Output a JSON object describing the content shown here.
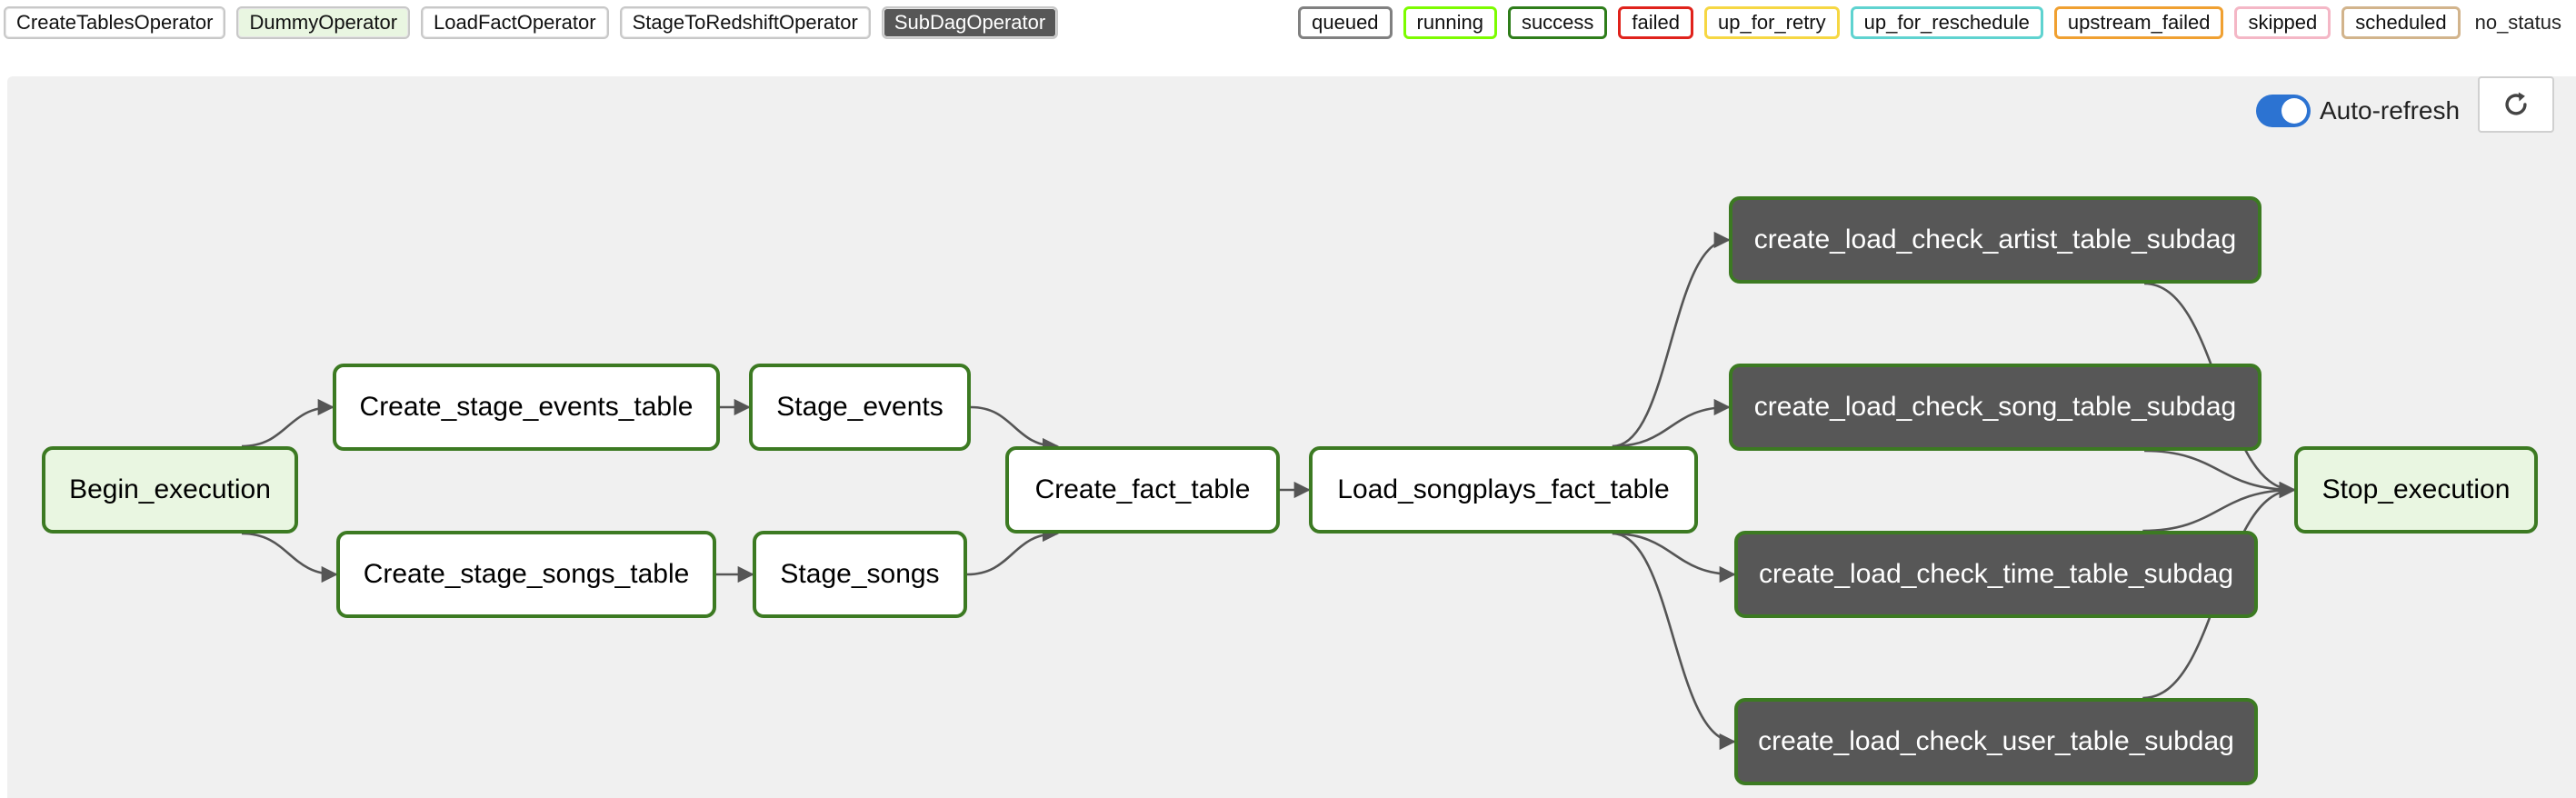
{
  "operator_legend": [
    {
      "label": "CreateTablesOperator",
      "bg": "#ffffff",
      "color": "#111111"
    },
    {
      "label": "DummyOperator",
      "bg": "#e9f6e1",
      "color": "#111111"
    },
    {
      "label": "LoadFactOperator",
      "bg": "#ffffff",
      "color": "#111111"
    },
    {
      "label": "StageToRedshiftOperator",
      "bg": "#ffffff",
      "color": "#111111"
    },
    {
      "label": "SubDagOperator",
      "bg": "#575757",
      "color": "#ffffff"
    }
  ],
  "status_legend": [
    {
      "label": "queued",
      "border": "#808080"
    },
    {
      "label": "running",
      "border": "#7cfc00"
    },
    {
      "label": "success",
      "border": "#2e7d1a"
    },
    {
      "label": "failed",
      "border": "#e0221b"
    },
    {
      "label": "up_for_retry",
      "border": "#f6d743"
    },
    {
      "label": "up_for_reschedule",
      "border": "#5fd3d0"
    },
    {
      "label": "upstream_failed",
      "border": "#f0a031"
    },
    {
      "label": "skipped",
      "border": "#f4b7c6"
    },
    {
      "label": "scheduled",
      "border": "#d2b48c"
    },
    {
      "label": "no_status",
      "border": ""
    }
  ],
  "controls": {
    "auto_refresh_label": "Auto-refresh",
    "auto_refresh_on": true,
    "refresh_icon": "refresh-icon"
  },
  "colors": {
    "success_border": "#3c7a22",
    "edge": "#555555",
    "canvas_bg": "#f0f0f0",
    "subdag_bg": "#575757",
    "dummy_bg": "#e9f6e1"
  },
  "graph": {
    "nodes": [
      {
        "id": "begin_execution",
        "label": "Begin_execution",
        "operator": "DummyOperator",
        "state": "success"
      },
      {
        "id": "create_stage_events_table",
        "label": "Create_stage_events_table",
        "operator": "CreateTablesOperator",
        "state": "success"
      },
      {
        "id": "create_stage_songs_table",
        "label": "Create_stage_songs_table",
        "operator": "CreateTablesOperator",
        "state": "success"
      },
      {
        "id": "stage_events",
        "label": "Stage_events",
        "operator": "StageToRedshiftOperator",
        "state": "success"
      },
      {
        "id": "stage_songs",
        "label": "Stage_songs",
        "operator": "StageToRedshiftOperator",
        "state": "success"
      },
      {
        "id": "create_fact_table",
        "label": "Create_fact_table",
        "operator": "CreateTablesOperator",
        "state": "success"
      },
      {
        "id": "load_songplays_fact_table",
        "label": "Load_songplays_fact_table",
        "operator": "LoadFactOperator",
        "state": "success"
      },
      {
        "id": "artist_subdag",
        "label": "create_load_check_artist_table_subdag",
        "operator": "SubDagOperator",
        "state": "success"
      },
      {
        "id": "song_subdag",
        "label": "create_load_check_song_table_subdag",
        "operator": "SubDagOperator",
        "state": "success"
      },
      {
        "id": "time_subdag",
        "label": "create_load_check_time_table_subdag",
        "operator": "SubDagOperator",
        "state": "success"
      },
      {
        "id": "user_subdag",
        "label": "create_load_check_user_table_subdag",
        "operator": "SubDagOperator",
        "state": "success"
      },
      {
        "id": "stop_execution",
        "label": "Stop_execution",
        "operator": "DummyOperator",
        "state": "success"
      }
    ],
    "edges": [
      [
        "begin_execution",
        "create_stage_events_table"
      ],
      [
        "begin_execution",
        "create_stage_songs_table"
      ],
      [
        "create_stage_events_table",
        "stage_events"
      ],
      [
        "create_stage_songs_table",
        "stage_songs"
      ],
      [
        "stage_events",
        "create_fact_table"
      ],
      [
        "stage_songs",
        "create_fact_table"
      ],
      [
        "create_fact_table",
        "load_songplays_fact_table"
      ],
      [
        "load_songplays_fact_table",
        "artist_subdag"
      ],
      [
        "load_songplays_fact_table",
        "song_subdag"
      ],
      [
        "load_songplays_fact_table",
        "time_subdag"
      ],
      [
        "load_songplays_fact_table",
        "user_subdag"
      ],
      [
        "artist_subdag",
        "stop_execution"
      ],
      [
        "song_subdag",
        "stop_execution"
      ],
      [
        "time_subdag",
        "stop_execution"
      ],
      [
        "user_subdag",
        "stop_execution"
      ]
    ]
  }
}
